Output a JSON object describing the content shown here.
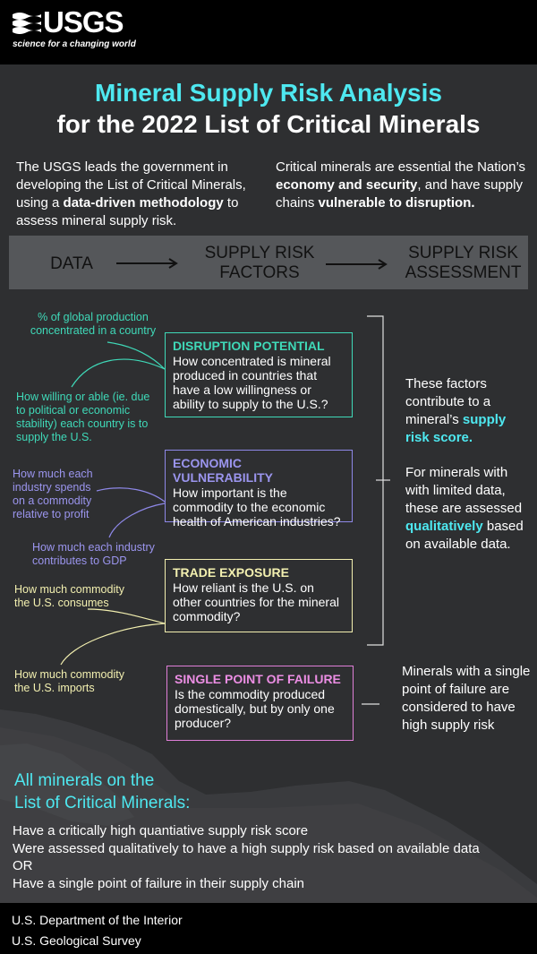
{
  "header": {
    "logo_text": "USGS",
    "logo_tagline": "science for a changing world"
  },
  "title": {
    "line1": "Mineral Supply Risk Analysis",
    "line2": "for the 2022 List of Critical Minerals"
  },
  "intro": {
    "left_pre": "The USGS leads the government in developing the List of Critical Minerals, using a ",
    "left_bold": "data-driven methodology",
    "left_post": " to assess mineral supply risk.",
    "right_pre": "Critical minerals are essential the Nation’s ",
    "right_bold1": "economy and security",
    "right_mid": ", and have supply chains ",
    "right_bold2": "vulnerable to disruption."
  },
  "flow": {
    "data": "DATA",
    "factors_line1": "SUPPLY RISK",
    "factors_line2": "FACTORS",
    "assessment_line1": "SUPPLY RISK",
    "assessment_line2": "ASSESSMENT"
  },
  "factors": {
    "disruption": {
      "title": "DISRUPTION POTENTIAL",
      "body": "How concentrated is mineral produced in countries that have a low willingness or ability to supply to the U.S.?",
      "data1": "% of global production concentrated in a country",
      "data2": "How willing or able (ie. due to political or economic stability) each country is to supply the U.S."
    },
    "economic": {
      "title": "ECONOMIC VULNERABILITY",
      "body": "How important is the commodity to the economic health of American industries?",
      "data1": "How much each industry spends on a commodity relative to profit",
      "data2": "How much each industry contributes to GDP"
    },
    "trade": {
      "title": "TRADE EXPOSURE",
      "body": "How reliant is the U.S. on other countries for the mineral commodity?",
      "data1": "How much commodity the U.S. consumes",
      "data2": "How much commodity the U.S. imports"
    },
    "single": {
      "title": "SINGLE POINT OF FAILURE",
      "body": "Is the commodity produced domestically, but by only one producer?"
    }
  },
  "assessment": {
    "score_pre": "These factors contribute to a mineral’s ",
    "score_bold": "supply risk score.",
    "qual_pre": "For minerals with with limited data, these are assessed ",
    "qual_bold": "qualitatively",
    "qual_post": " based on available data.",
    "single": "Minerals with a single point of failure are considered to have high supply risk"
  },
  "summary": {
    "title_line1": "All minerals on the",
    "title_line2": "List of Critical Minerals:",
    "line1": "Have a critically high quantiative supply risk score",
    "line2": "Were assessed qualitatively to have a high supply risk based on available data",
    "line3": "OR",
    "line4": "Have a single point of failure in their supply chain"
  },
  "footer": {
    "line1": "U.S. Department of the Interior",
    "line2": "U.S. Geological Survey"
  },
  "colors": {
    "cyan": "#4ee8f0",
    "teal": "#3fd9b8",
    "purple": "#9b95ee",
    "yellow": "#f3f0b0",
    "pink": "#ec8ee4",
    "background": "#2e2f31"
  }
}
